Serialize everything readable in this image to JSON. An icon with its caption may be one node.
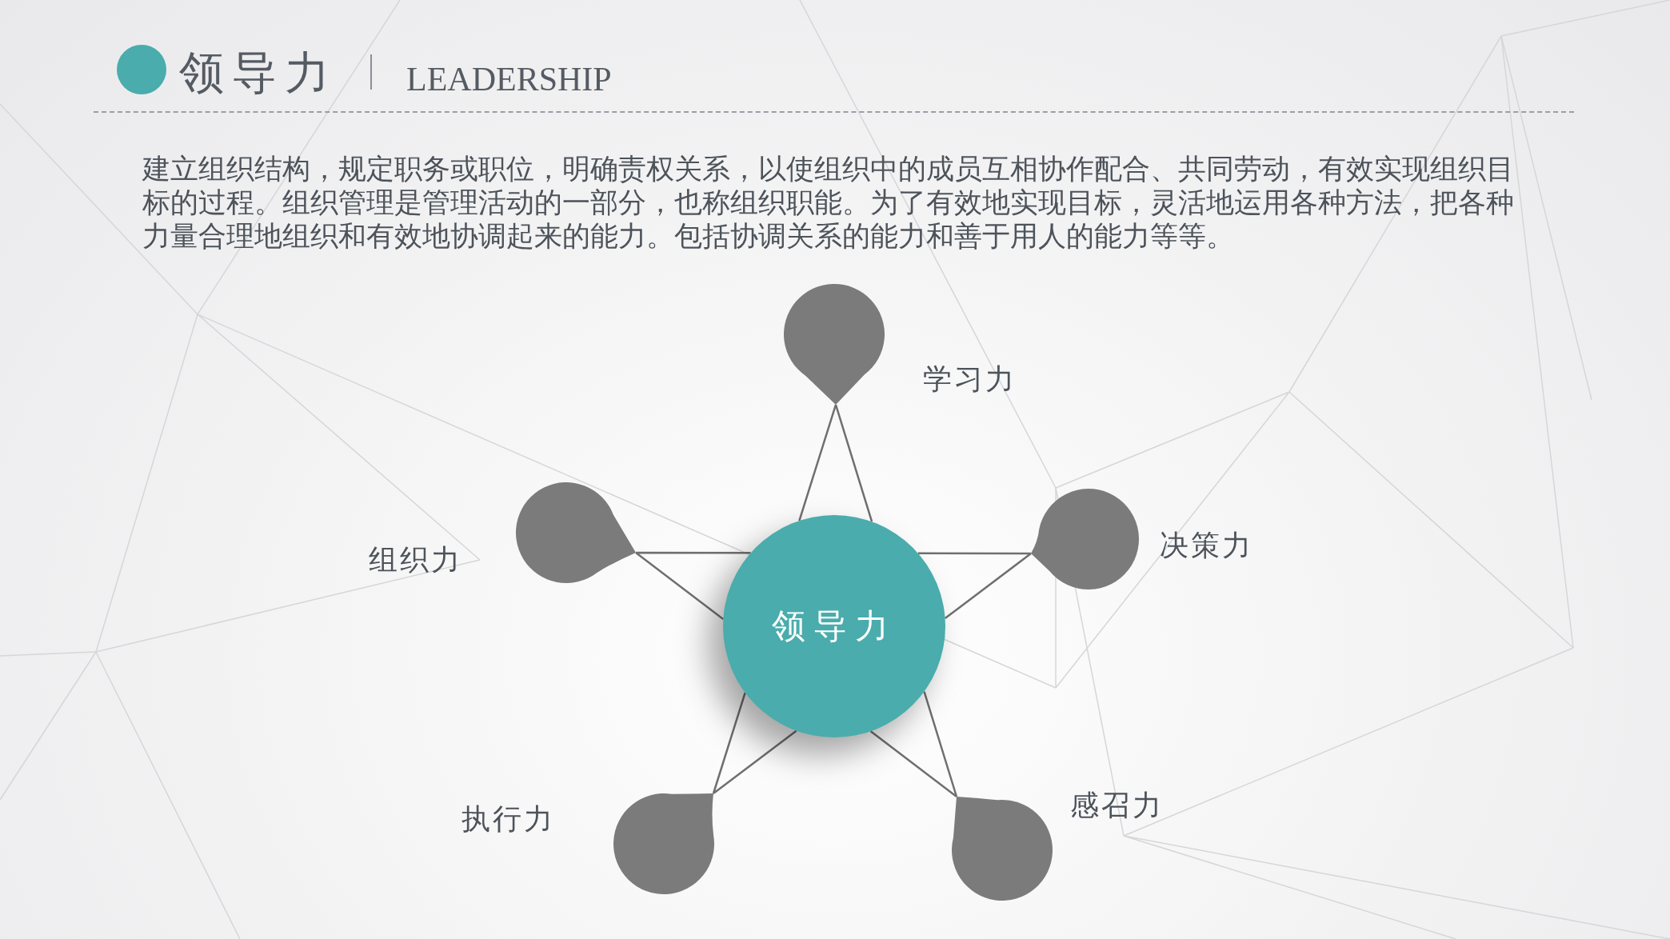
{
  "diagram": {
    "title": "领导力",
    "nodes": [
      {
        "text": [
          "领导力"
        ]
      },
      {
        "text": [],
        "shape": "drop",
        "beside": [
          "学习力"
        ]
      },
      {
        "text": [],
        "shape": "drop",
        "beside": [
          "决策力"
        ]
      },
      {
        "text": [],
        "shape": "drop",
        "beside": [
          "感召力"
        ]
      },
      {
        "text": [],
        "shape": "drop",
        "beside": [
          "执行力"
        ]
      },
      {
        "text": [],
        "shape": "drop",
        "beside": [
          "组织力"
        ]
      }
    ],
    "edges": [
      {
        "from": 1,
        "to": 0,
        "arrow": "none"
      },
      {
        "from": 2,
        "to": 0,
        "arrow": "none"
      },
      {
        "from": 3,
        "to": 0,
        "arrow": "none"
      },
      {
        "from": 4,
        "to": 0,
        "arrow": "none"
      },
      {
        "from": 5,
        "to": 0,
        "arrow": "none"
      }
    ],
    "labels": [
      "LEADERSHIP",
      "建立组织结构，规定职务或职位，明确责权关系，以使组织中的成员互相协作配合、共同劳动，有效实现组织目标的过程。组织管理是管理活动的一部分，也称组织职能。为了有效地实现目标，灵活地运用各种方法，把各种力量合理地组织和有效地协调起来的能力。包括协调关系的能力和善于用人的能力等等。"
    ]
  }
}
